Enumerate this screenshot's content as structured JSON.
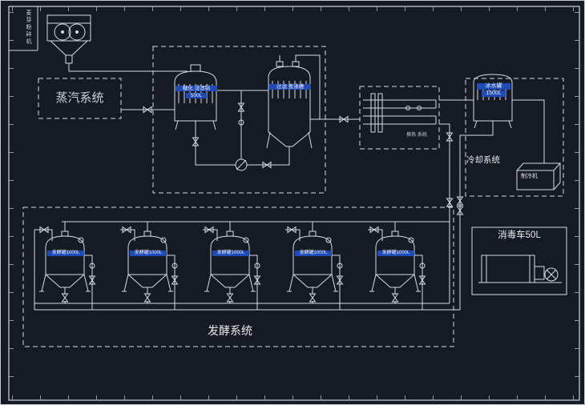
{
  "colors": {
    "background": "#161a24",
    "line": "#d6dae0",
    "highlight_label_bg": "#1f4bb8",
    "text": "#e8eaec"
  },
  "frame": {
    "title_vertical": "麦芽粉碎机"
  },
  "steam_system": {
    "label": "蒸汽系统"
  },
  "brewhouse": {
    "mash_tank": {
      "name": "糖化 浸渍锅",
      "capacity": "500L"
    },
    "boil_tank": {
      "name": "过滤 煮沸槽"
    }
  },
  "heat_exchange": {
    "label": "换热 系统"
  },
  "cooling": {
    "label": "冷却系统",
    "ice_tank": {
      "name": "冰水罐",
      "capacity": "1500L"
    },
    "chiller": {
      "label": "制冷机"
    }
  },
  "sterilize_cart": {
    "label": "消毒车50L"
  },
  "fermentation": {
    "label": "发酵系统",
    "tanks": [
      {
        "label": "发酵罐1000L"
      },
      {
        "label": "发酵罐1000L"
      },
      {
        "label": "发酵罐1000L"
      },
      {
        "label": "发酵罐1000L"
      },
      {
        "label": "发酵罐1000L"
      }
    ]
  }
}
